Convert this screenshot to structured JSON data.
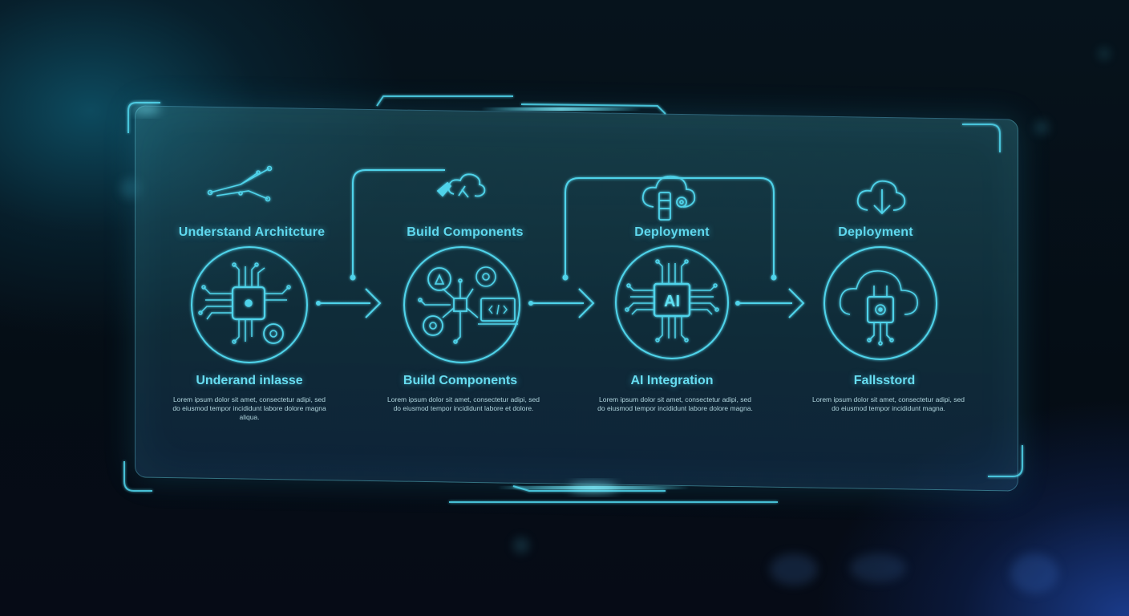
{
  "steps": [
    {
      "title": "Understand Architcture",
      "subtitle": "Underand inlasse",
      "description": "Lorem ipsum dolor sit amet, consectetur adipi, sed do eiusmod tempor incididunt labore dolore magna aliqua.",
      "icon": "chip-circuit-icon",
      "top_icon": "network-graph-icon"
    },
    {
      "title": "Build Components",
      "subtitle": "Build Components",
      "description": "Lorem ipsum dolor sit amet, consectetur adipi, sed do eiusmod tempor incididunt labore et dolore.",
      "icon": "code-components-icon",
      "top_icon": "cloud-wrench-icon"
    },
    {
      "title": "Deployment",
      "subtitle": "AI Integration",
      "description": "Lorem ipsum dolor sit amet, consectetur adipi, sed do eiusmod tempor incididunt labore dolore magna.",
      "icon": "ai-chip-icon",
      "ai_label": "AI",
      "top_icon": "cloud-gear-icon"
    },
    {
      "title": "Deployment",
      "subtitle": "Fallsstord",
      "description": "Lorem ipsum dolor sit amet, consectetur adipi, sed do eiusmod tempor incididunt magna.",
      "icon": "cloud-chip-icon",
      "top_icon": "cloud-download-icon"
    }
  ],
  "colors": {
    "accent": "#4fd3ea",
    "text": "#c8eef5",
    "panel": "#2d7c8c"
  }
}
